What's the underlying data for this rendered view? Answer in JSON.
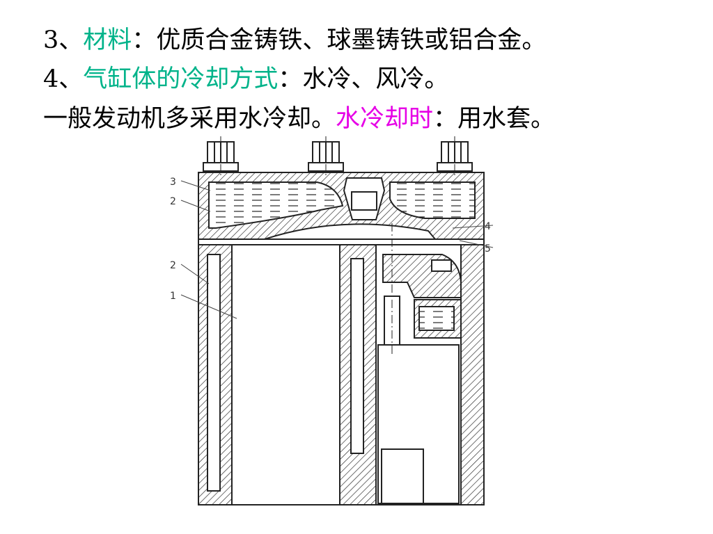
{
  "colors": {
    "text": "#000000",
    "teal_highlight": "#00b38a",
    "magenta_highlight": "#e600e6",
    "drawing_line": "#222222"
  },
  "lines": [
    {
      "prefix": "3、",
      "highlight": "材料",
      "colon": "：",
      "rest": "优质合金铸铁、球墨铸铁或铝合金。"
    },
    {
      "prefix": "4、",
      "highlight": "气缸体的冷却方式",
      "colon": "：",
      "rest": "水冷、风冷。"
    },
    {
      "lead": "一般发动机多采用水冷却。",
      "highlight": "水冷却时",
      "colon": "：",
      "rest": "用水套。"
    }
  ],
  "figure": {
    "callouts_left": [
      "3",
      "2",
      "2",
      "1"
    ],
    "callouts_right": [
      "4",
      "5"
    ]
  }
}
